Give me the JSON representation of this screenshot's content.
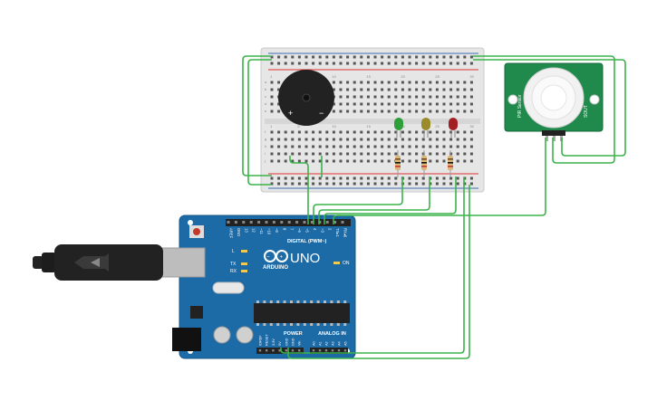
{
  "arduino": {
    "brand": "ARDUINO",
    "model": "UNO",
    "digital_header_label": "DIGITAL (PWM~)",
    "power_label": "POWER",
    "analog_label": "ANALOG IN",
    "on_label": "ON",
    "tx_label": "TX",
    "rx_label": "RX",
    "l_label": "L",
    "digital_pins": [
      "AREF",
      "GND",
      "13",
      "12",
      "~11",
      "~10",
      "~9",
      "8",
      "7",
      "~6",
      "~5",
      "4",
      "~3",
      "2",
      "TX▸1",
      "RX◂0"
    ],
    "power_pins": [
      "IOREF",
      "RESET",
      "3.3V",
      "5V",
      "GND",
      "GND",
      "Vin"
    ],
    "analog_pins": [
      "A0",
      "A1",
      "A2",
      "A3",
      "A4",
      "A5"
    ]
  },
  "breadboard": {
    "column_numbers": [
      "1",
      "5",
      "10",
      "15",
      "20",
      "25",
      "30"
    ],
    "row_letters_top": [
      "a",
      "b",
      "c",
      "d",
      "e"
    ],
    "row_letters_bottom": [
      "f",
      "g",
      "h",
      "i",
      "j"
    ]
  },
  "pir_sensor": {
    "left_text": "PIR Sensor",
    "right_text": "SOUT"
  },
  "colors": {
    "wire": "#3cb34a",
    "board": "#1c6aa6",
    "led_green": "#2e9e3a",
    "led_yellow": "#9a8a2a",
    "led_red": "#a31e22",
    "pir_pcb": "#1f8a4c"
  }
}
